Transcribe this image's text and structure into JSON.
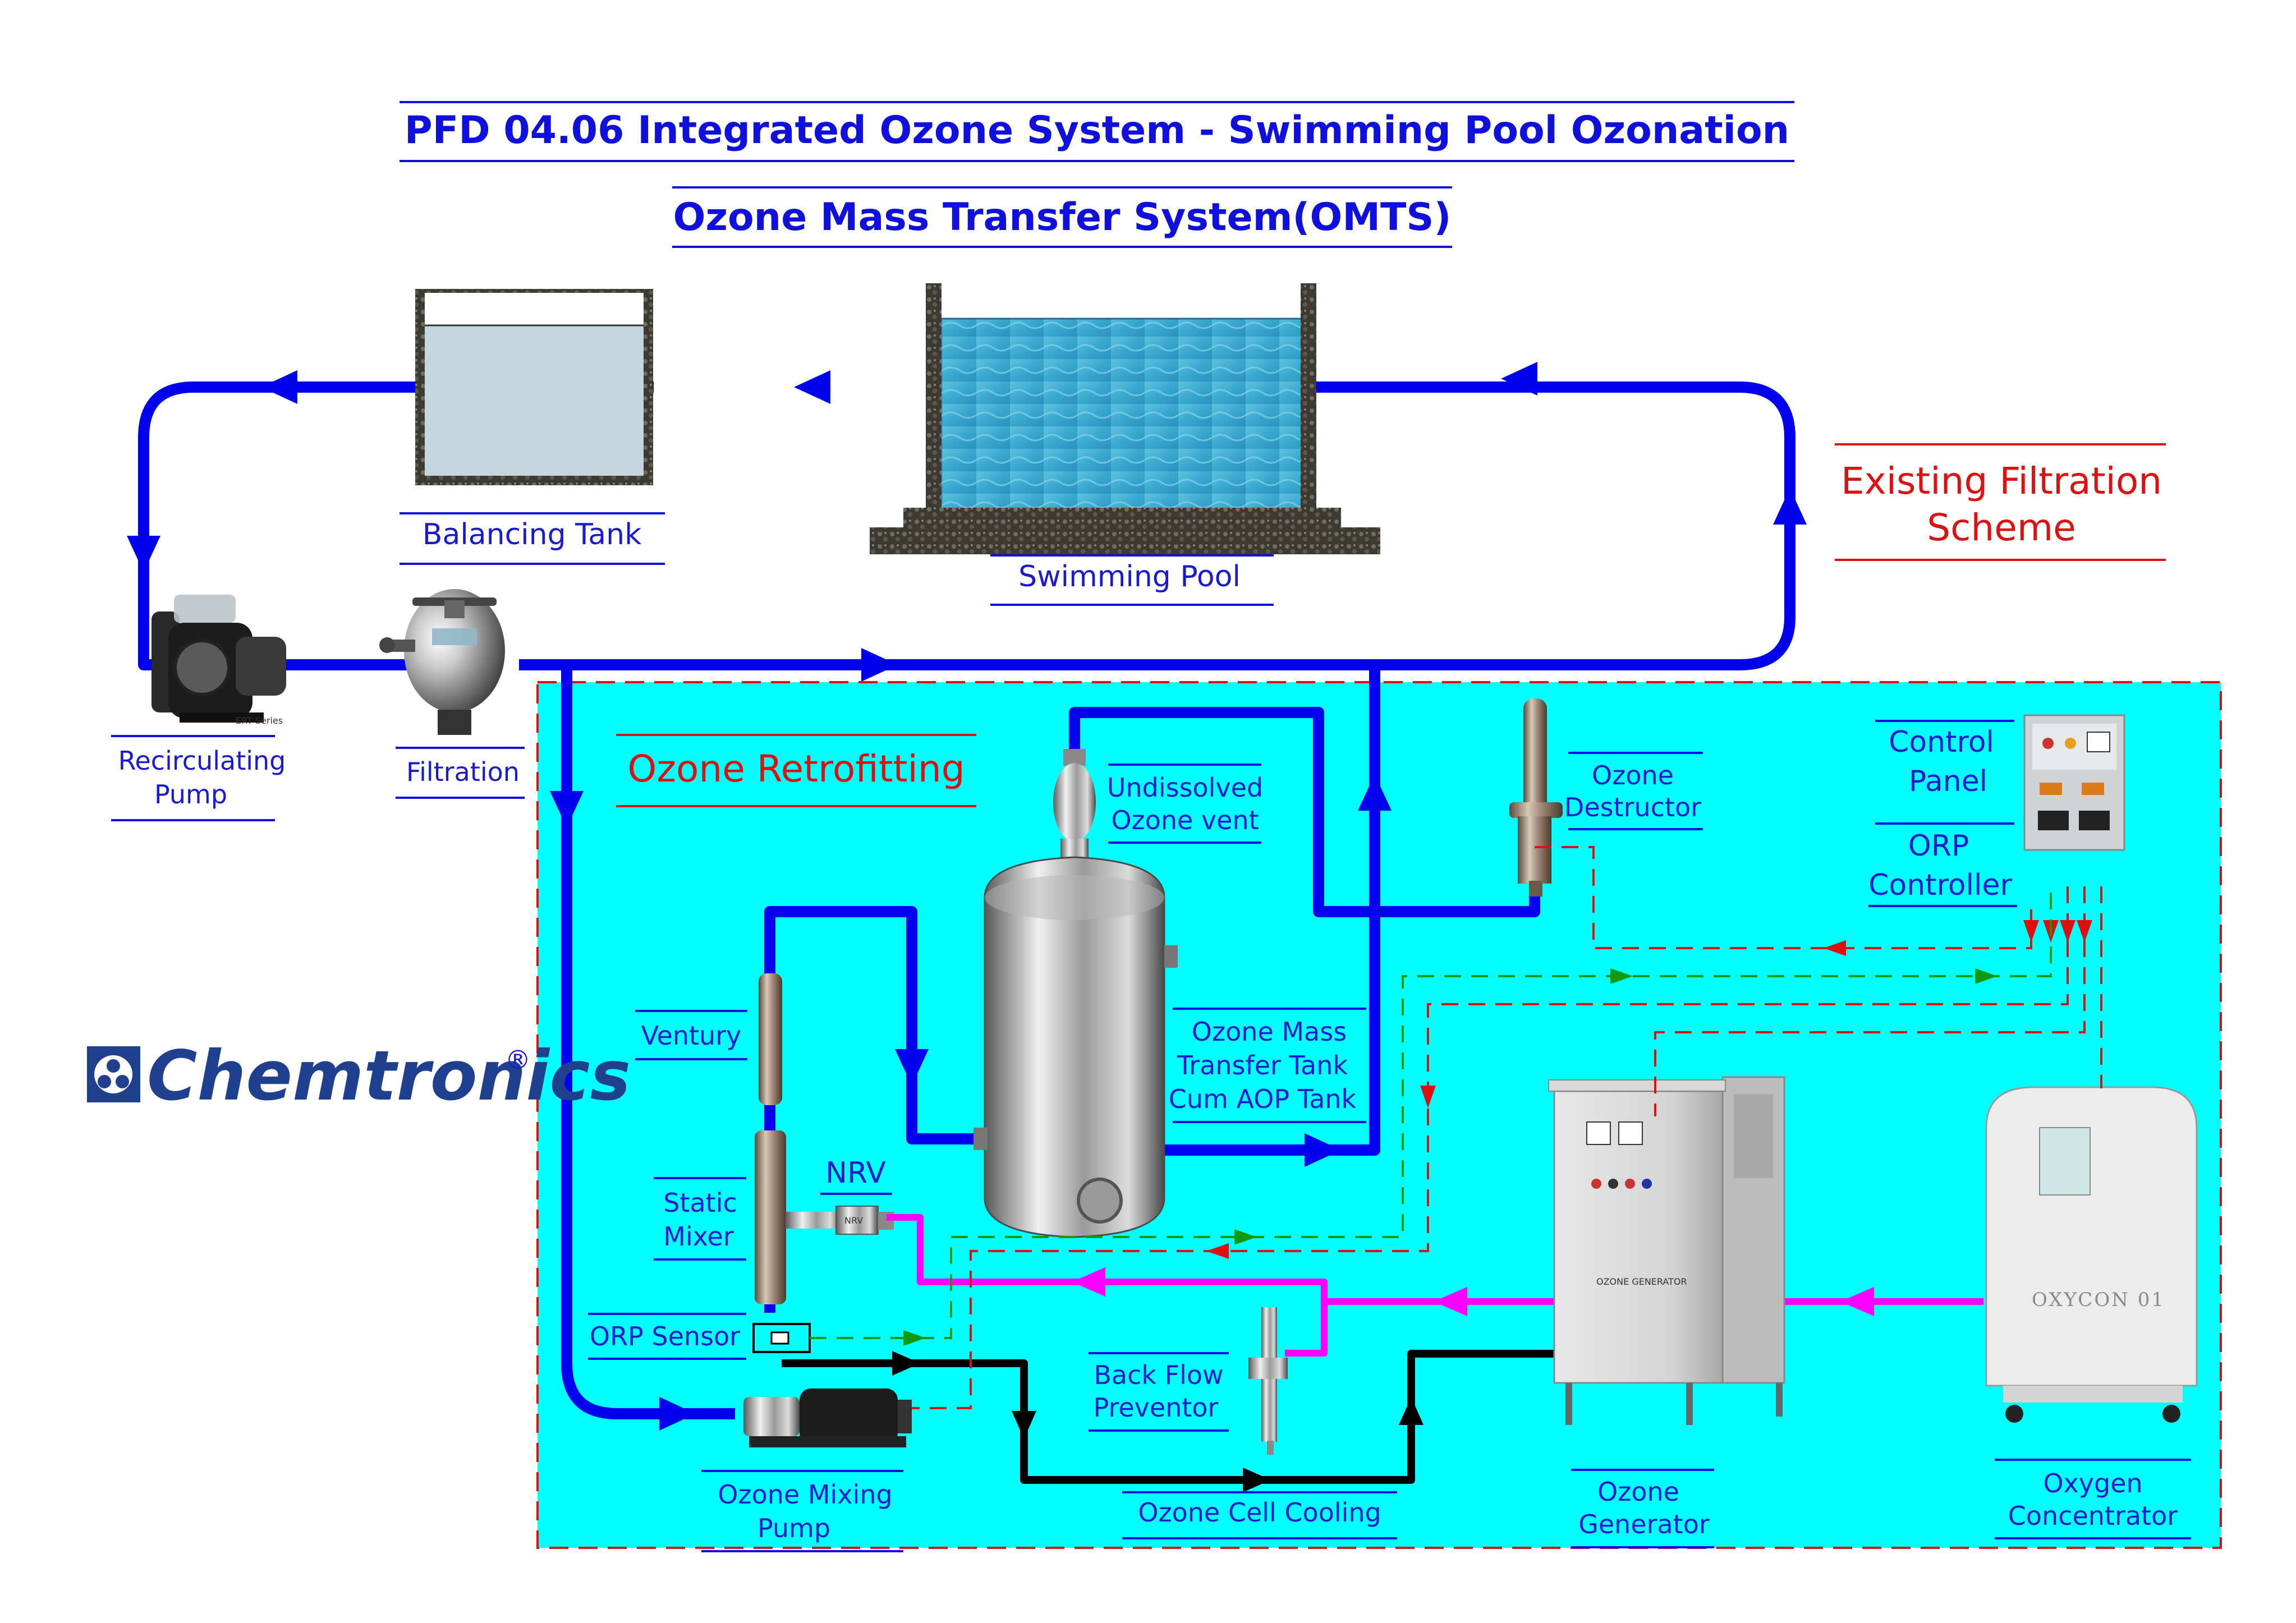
{
  "title": "PFD 04.06 Integrated Ozone System - Swimming Pool Ozonation",
  "subtitle": "Ozone Mass Transfer System(OMTS)",
  "labels": {
    "balancing_tank": "Balancing Tank",
    "swimming_pool": "Swimming Pool",
    "existing_filtration_1": "Existing Filtration",
    "existing_filtration_2": "Scheme",
    "recirculating_pump_1": "Recirculating",
    "recirculating_pump_2": "Pump",
    "filtration": "Filtration",
    "ozone_retrofitting": "Ozone Retrofitting",
    "undissolved_vent_1": "Undissolved",
    "undissolved_vent_2": "Ozone vent",
    "ozone_destructor_1": "Ozone",
    "ozone_destructor_2": "Destructor",
    "control_panel_1": "Control",
    "control_panel_2": "Panel",
    "orp_controller_1": "ORP",
    "orp_controller_2": "Controller",
    "venturi": "Ventury",
    "omt_tank_1": "Ozone Mass",
    "omt_tank_2": "Transfer Tank",
    "omt_tank_3": "Cum AOP Tank",
    "static_mixer_1": "Static",
    "static_mixer_2": "Mixer",
    "nrv": "NRV",
    "orp_sensor": "ORP Sensor",
    "back_flow_1": "Back Flow",
    "back_flow_2": "Preventor",
    "ozone_mixing_pump_1": "Ozone Mixing",
    "ozone_mixing_pump_2": "Pump",
    "ozone_cell_cooling": "Ozone Cell Cooling",
    "ozone_generator_1": "Ozone",
    "ozone_generator_2": "Generator",
    "oxygen_concentrator_1": "Oxygen",
    "oxygen_concentrator_2": "Concentrator"
  },
  "logo": {
    "text": "Chemtronics",
    "mark": "®"
  },
  "equipment_text": {
    "oxycon": "OXYCON 01",
    "nrv_tag": "NRV",
    "generator_plate": "OZONE GENERATOR"
  },
  "colors": {
    "water_line": "#0000ee",
    "oxygen_line": "#ff00ff",
    "cooling_line": "#000000",
    "control_signal": "#dd1111",
    "feedback_signal": "#119911",
    "retrofit_area": "#00ffff",
    "retrofit_border": "#dd1111",
    "label_text": "#1a1ad0",
    "title_text": "#1010dd",
    "red_text": "#dd1111"
  }
}
